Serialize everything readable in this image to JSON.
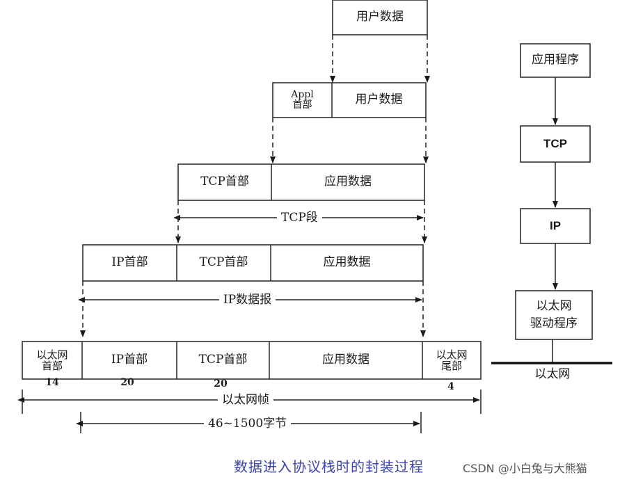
{
  "rows": {
    "user_data": {
      "cells": [
        "用户数据"
      ]
    },
    "app": {
      "cells": [
        "Appl\n首部",
        "用户数据"
      ]
    },
    "tcp": {
      "cells": [
        "TCP首部",
        "应用数据"
      ],
      "span_label": "TCP段"
    },
    "ip": {
      "cells": [
        "IP首部",
        "TCP首部",
        "应用数据"
      ],
      "span_label": "IP数据报"
    },
    "ethernet": {
      "cells": [
        "以太网\n首部",
        "IP首部",
        "TCP首部",
        "应用数据",
        "以太网\n尾部"
      ],
      "sizes": [
        "14",
        "20",
        "20",
        "4"
      ],
      "frame_label": "以太网帧",
      "payload_label": "46~1500字节"
    }
  },
  "stack": {
    "layers": [
      "应用程序",
      "TCP",
      "IP",
      "以太网\n驱动程序"
    ],
    "bus_label": "以太网"
  },
  "caption": "数据进入协议栈时的封装过程",
  "watermark": "CSDN @小白兔与大熊猫"
}
